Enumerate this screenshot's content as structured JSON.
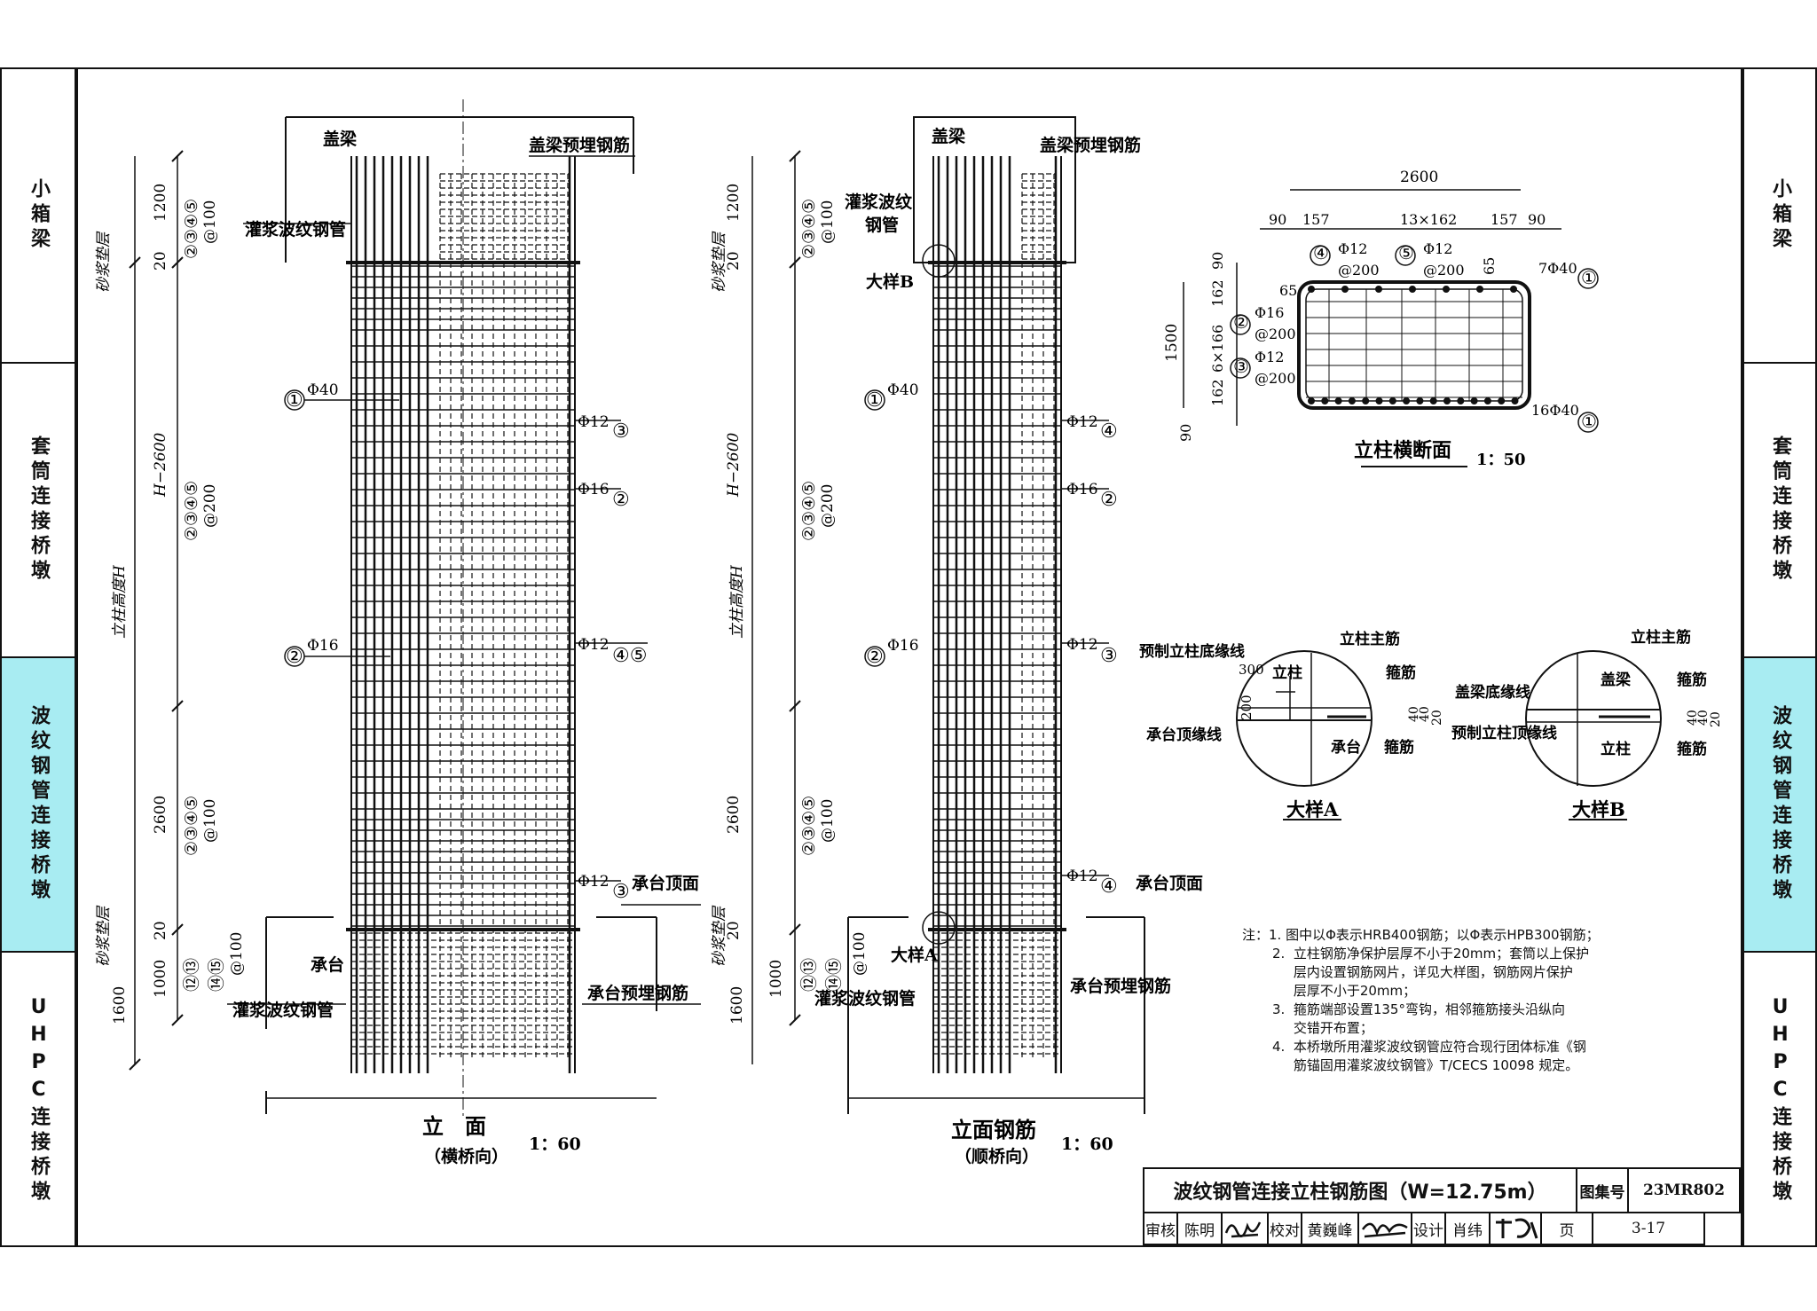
{
  "side_tabs": {
    "left": [
      {
        "label": "小箱梁",
        "active": false
      },
      {
        "label": "套筒连接桥墩",
        "active": false
      },
      {
        "label": "波纹钢管连接桥墩",
        "active": true
      },
      {
        "label": "UHPC连接桥墩",
        "active": false
      }
    ],
    "right": [
      {
        "label": "小箱梁",
        "active": false
      },
      {
        "label": "套筒连接桥墩",
        "active": false
      },
      {
        "label": "波纹钢管连接桥墩",
        "active": true
      },
      {
        "label": "UHPC连接桥墩",
        "active": false
      }
    ],
    "active_color": "#a8ecf2"
  },
  "elevation": {
    "title": "立　面",
    "subtitle": "（横桥向）",
    "scale": "1：60",
    "label_cap_beam": "盖梁",
    "label_cap_rebar": "盖梁预埋钢筋",
    "label_duct_top": "灌浆波纹钢管",
    "label_pile_cap": "承台",
    "label_duct_bottom": "灌浆波纹钢管",
    "label_pile_cap_top": "承台顶面",
    "label_pile_rebar": "承台预埋钢筋",
    "dim_1200": "1200",
    "dim_20a": "20",
    "dim_h2600": "H−2600",
    "dim_2600": "2600",
    "dim_20b": "20",
    "dim_1000": "1000",
    "dim_1600": "1600",
    "mortar_top": "砂浆垫层",
    "mortar_bottom": "砂浆垫层",
    "column_height": "立柱高度H",
    "tag_top": "②③④⑤",
    "tag_top_spacing": "@100",
    "tag_mid": "②③④⑤",
    "tag_mid_spacing": "@200",
    "tag_low": "②③④⑤",
    "tag_low_spacing": "@100",
    "tag_bottom1": "⑫⑬",
    "tag_bottom2": "⑭⑮",
    "tag_bottom_spacing": "@100",
    "callout_1": "①",
    "callout_1_bar": "Φ40",
    "callout_2": "②",
    "callout_2_bar": "Φ16",
    "right_3": "Φ12",
    "right_3_tag": "③",
    "right_2": "Φ16",
    "right_2_tag": "②",
    "right_45": "Φ12",
    "right_45_tag": "④⑤",
    "right_3b": "Φ12",
    "right_3b_tag": "③"
  },
  "rebar_view": {
    "title": "立面钢筋",
    "subtitle": "（顺桥向）",
    "scale": "1：60",
    "label_cap_beam": "盖梁",
    "label_cap_rebar": "盖梁预埋钢筋",
    "label_duct_top_1": "灌浆波纹",
    "label_duct_top_2": "钢管",
    "detail_b": "大样B",
    "detail_a": "大样A",
    "label_pile_cap_top": "承台顶面",
    "label_duct_bottom": "灌浆波纹钢管",
    "label_pile_rebar": "承台预埋钢筋",
    "dim_1200": "1200",
    "dim_20a": "20",
    "dim_h2600": "H−2600",
    "dim_2600": "2600",
    "dim_20b": "20",
    "dim_1000": "1000",
    "dim_1600": "1600",
    "mortar_top": "砂浆垫层",
    "mortar_bottom": "砂浆垫层",
    "column_height": "立柱高度H",
    "tag_top": "②③④⑤",
    "tag_top_spacing": "@100",
    "tag_mid": "②③④⑤",
    "tag_mid_spacing": "@200",
    "tag_low": "②③④⑤",
    "tag_low_spacing": "@100",
    "tag_bottom1": "⑫⑬",
    "tag_bottom2": "⑭⑮",
    "tag_bottom_spacing": "@100",
    "callout_1": "①",
    "callout_1_bar": "Φ40",
    "callout_2": "②",
    "callout_2_bar": "Φ16",
    "right_4": "Φ12",
    "right_4_tag": "④",
    "right_2": "Φ16",
    "right_2_tag": "②",
    "right_3": "Φ12",
    "right_3_tag": "③",
    "right_4b": "Φ12",
    "right_4b_tag": "④"
  },
  "section": {
    "title": "立柱横断面",
    "scale": "1：50",
    "dim_total": "2600",
    "dim_90l": "90",
    "dim_157l": "157",
    "dim_mid": "13×162",
    "dim_157r": "157",
    "dim_90r": "90",
    "dim_1500": "1500",
    "dim_6x166": "6×166",
    "dim_162t": "162",
    "dim_162b": "162",
    "dim_90t": "90",
    "dim_90b": "90",
    "dim_65a": "65",
    "dim_65b": "65",
    "bar4": "④",
    "bar4_size": "Φ12",
    "bar4_spacing": "@200",
    "bar5": "⑤",
    "bar5_size": "Φ12",
    "bar5_spacing": "@200",
    "bar2": "②",
    "bar2_size": "Φ16",
    "bar2_spacing": "@200",
    "bar3": "③",
    "bar3_size": "Φ12",
    "bar3_spacing": "@200",
    "top_main": "7Φ40",
    "top_main_tag": "①",
    "bottom_main": "16Φ40",
    "bottom_main_tag": "①"
  },
  "detail_a": {
    "title": "大样A",
    "col_main": "立柱主筋",
    "col": "立柱",
    "stirrup1": "箍筋",
    "precast_bottom": "预制立柱底缘线",
    "dim_300": "300",
    "dim_200": "200",
    "dim_40": "40",
    "dim_40b": "40",
    "dim_20": "20",
    "cap_top": "承台顶缘线",
    "pile_cap": "承台",
    "stirrup2": "箍筋"
  },
  "detail_b": {
    "title": "大样B",
    "col_main": "立柱主筋",
    "cap_beam": "盖梁",
    "stirrup1": "箍筋",
    "cap_bottom": "盖梁底缘线",
    "precast_top": "预制立柱顶缘线",
    "col": "立柱",
    "dim_40": "40",
    "dim_40b": "40",
    "dim_20": "20",
    "stirrup2": "箍筋"
  },
  "notes": {
    "head": "注：1.",
    "n1": "图中以Φ表示HRB400钢筋；以Φ表示HPB300钢筋；",
    "n2a": "2.  立柱钢筋净保护层厚不小于20mm；套筒以上保护",
    "n2b": "     层内设置钢筋网片，详见大样图，钢筋网片保护",
    "n2c": "     层厚不小于20mm；",
    "n3a": "3.  箍筋端部设置135°弯钩，相邻箍筋接头沿纵向",
    "n3b": "     交错开布置；",
    "n4a": "4.  本桥墩所用灌浆波纹钢管应符合现行团体标准《钢",
    "n4b": "     筋锚固用灌浆波纹钢管》T/CECS 10098 规定。"
  },
  "title_block": {
    "title": "波纹钢管连接立柱钢筋图（W=12.75m）",
    "atlas_label": "图集号",
    "atlas_no": "23MR802",
    "review_label": "审核",
    "reviewer": "陈明",
    "check_label": "校对",
    "checker": "黄巍峰",
    "design_label": "设计",
    "designer": "肖纬",
    "page_label": "页",
    "page_no": "3-17"
  }
}
